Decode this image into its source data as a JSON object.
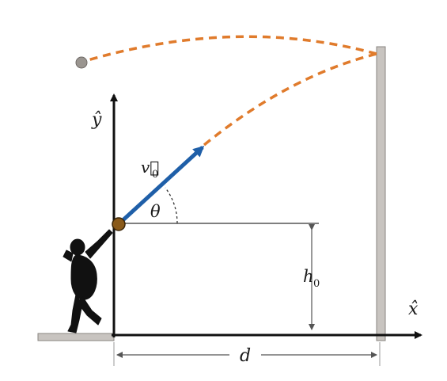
{
  "diagram": {
    "labels": {
      "y_axis": "ŷ",
      "x_axis": "x̂",
      "velocity_symbol": "v⃗",
      "velocity_subscript": "0",
      "angle": "θ",
      "height_symbol": "h",
      "height_subscript": "0",
      "distance": "d"
    },
    "colors": {
      "trajectory": "#e07b2c",
      "velocity_arrow": "#1f5fa8",
      "wall": "#c8c4c0",
      "wall_stroke": "#8a8682",
      "ball_launch": "#8a5a1a",
      "ball_end": "#9a9590",
      "axes": "#111111",
      "silhouette": "#111111"
    },
    "icons": {
      "player": "volleyball-player-silhouette-icon",
      "ball": "ball-icon"
    }
  }
}
